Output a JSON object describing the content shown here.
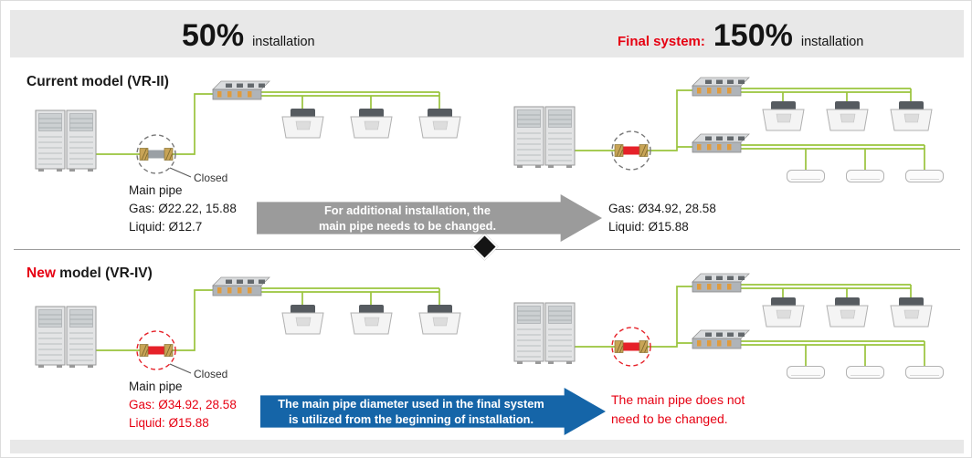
{
  "header": {
    "left": {
      "percent": "50%",
      "label": "installation"
    },
    "right": {
      "prefix": "Final system:",
      "percent": "150%",
      "label": "installation"
    }
  },
  "sections": {
    "current": {
      "title": "Current model (VR-II)",
      "left": {
        "closed": "Closed",
        "main_pipe": "Main pipe",
        "gas": "Gas: Ø22.22, 15.88",
        "liquid": "Liquid: Ø12.7"
      },
      "right": {
        "gas": "Gas: Ø34.92, 28.58",
        "liquid": "Liquid: Ø15.88"
      },
      "banner": {
        "line1": "For additional installation, the",
        "line2": "main pipe needs to be changed."
      }
    },
    "new": {
      "title_highlight": "New",
      "title_rest": " model (VR-IV)",
      "left": {
        "closed": "Closed",
        "main_pipe": "Main pipe",
        "gas": "Gas: Ø34.92, 28.58",
        "liquid": "Liquid: Ø15.88"
      },
      "right": {
        "note_line1": "The main pipe does not",
        "note_line2": "need to be changed."
      },
      "banner": {
        "line1": "The main pipe diameter used in the final system",
        "line2": "is utilized from the beginning of installation."
      }
    }
  },
  "colors": {
    "accent_red": "#e60012",
    "pipe_green": "#9ac43c",
    "banner_gray": "#9b9b9b",
    "banner_blue": "#1565a8",
    "header_gray": "#e8e8e8"
  }
}
